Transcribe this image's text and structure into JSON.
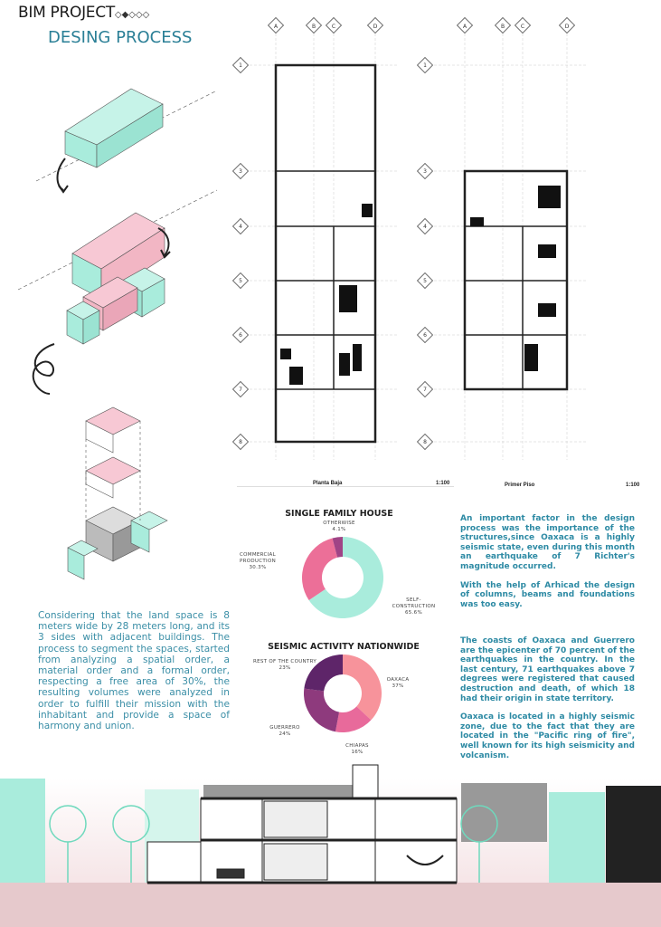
{
  "header": {
    "project": "BIM PROJECT",
    "step_markers": "◇◆◇◇◇",
    "title": "DESING PROCESS"
  },
  "plans": [
    {
      "name": "Planta Baja",
      "scale": "1:100",
      "grid_columns": [
        "A",
        "B",
        "C",
        "D"
      ],
      "grid_rows": [
        "1",
        "3",
        "4",
        "5",
        "6",
        "7",
        "8"
      ]
    },
    {
      "name": "Primer Piso",
      "scale": "1:100",
      "grid_columns": [
        "A",
        "B",
        "C",
        "D"
      ],
      "grid_rows": [
        "1",
        "3",
        "4",
        "5",
        "6",
        "7",
        "8"
      ]
    }
  ],
  "left_text": "Considering that the land space is 8 meters wide by 28 meters long, and its 3 sides with adjacent buildings. The process to segment the spaces, started from analyzing a spatial order, a material order and a formal order, respecting a free area of 30%, the resulting volumes were analyzed in order to fulfill their mission with the inhabitant and provide a space of harmony and union.",
  "right_text": [
    "An important factor in the design process was the importance of the structures,since Oaxaca is a highly seismic state, even during this month an earthquake of 7 Richter's magnitude occurred.",
    "With the help of Arhicad the design of columns, beams and foundations was too easy.",
    "The coasts of Oaxaca and Guerrero are the epicenter of 70 percent of the earthquakes in the country. In the last century, 71 earthquakes above 7 degrees were registered that caused destruction and death, of which 18 had their origin in state territory.",
    "Oaxaca is located in a highly seismic zone, due to the fact that they are located in the \"Pacific ring of fire\", well known for its high seismicity and volcanism."
  ],
  "chart_data": [
    {
      "type": "pie",
      "title": "SINGLE FAMILY HOUSE",
      "donut": true,
      "slices": [
        {
          "label": "SELF-CONSTRUCTION",
          "value": 65.6,
          "display": "65.6%",
          "color": "#a9ecdc"
        },
        {
          "label": "COMMERCIAL PRODUCTION",
          "value": 30.3,
          "display": "30.3%",
          "color": "#ec6f98"
        },
        {
          "label": "OTHERWISE",
          "value": 4.1,
          "display": "4.1%",
          "color": "#a04486"
        }
      ]
    },
    {
      "type": "pie",
      "title": "SEISMIC ACTIVITY NATIONWIDE",
      "donut": true,
      "slices": [
        {
          "label": "OAXACA",
          "value": 37,
          "display": "37%",
          "color": "#f7939b"
        },
        {
          "label": "CHIAPAS",
          "value": 16,
          "display": "16%",
          "color": "#e86a9b"
        },
        {
          "label": "GUERRERO",
          "value": 24,
          "display": "24%",
          "color": "#8e3a7d"
        },
        {
          "label": "REST OF THE COUNTRY",
          "value": 23,
          "display": "23%",
          "color": "#5e2569"
        }
      ]
    }
  ],
  "colors": {
    "accent": "#2a7f96",
    "mint": "#a9ecdc",
    "pink": "#f2b6c4",
    "ground": "#e6c9cc"
  }
}
